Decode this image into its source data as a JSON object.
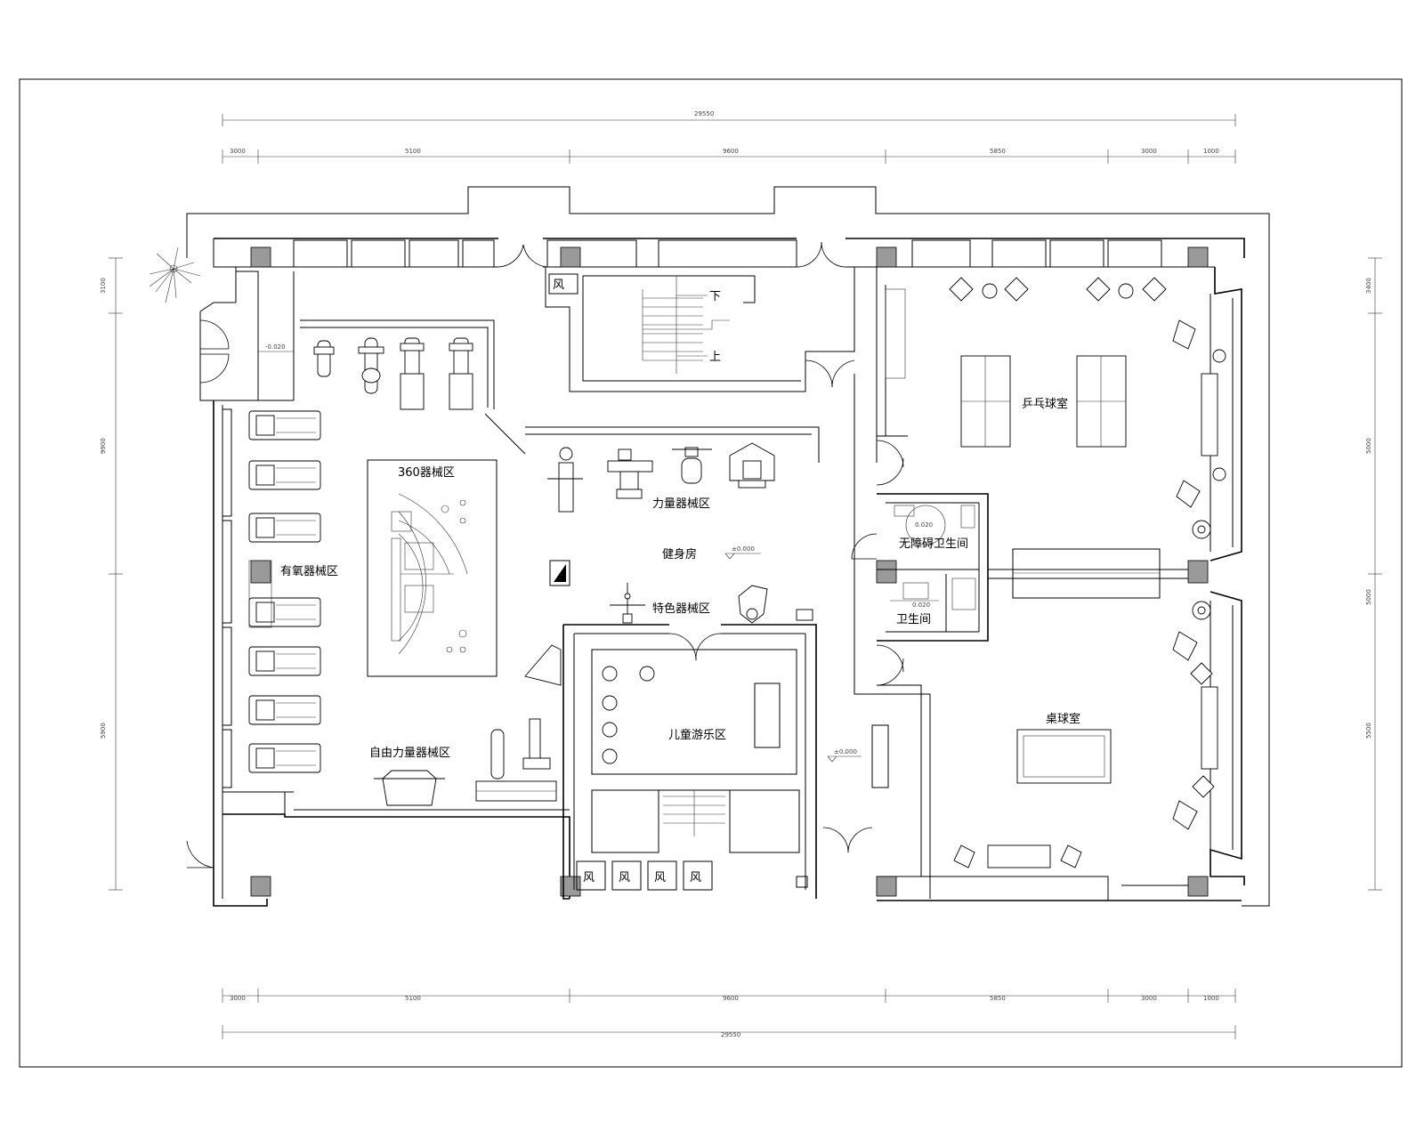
{
  "drawing": {
    "rooms": {
      "gym": "健身房",
      "cardio_zone": "有氧器械区",
      "zone_360": "360器械区",
      "strength_zone": "力量器械区",
      "feature_zone": "特色器械区",
      "free_weight_zone": "自由力量器械区",
      "kids_zone": "儿童游乐区",
      "table_tennis_room": "乒乓球室",
      "accessible_wc": "无障碍卫生间",
      "wc": "卫生间",
      "billiards_room": "桌球室"
    },
    "stair_labels": {
      "down": "下",
      "up": "上"
    },
    "shaft_label": "风",
    "elevations": {
      "gym_level": "±0.000",
      "corridor_level": "±0.000",
      "entry_level": "-0.020",
      "wc_level_1": "0.020",
      "wc_level_2": "0.020"
    },
    "dimensions": {
      "top_total": "29550",
      "bottom_total": "29550",
      "top_segments": [
        "3000",
        "5100",
        "9600",
        "5850",
        "3000",
        "1000"
      ],
      "bottom_segments": [
        "3000",
        "5100",
        "9600",
        "5850",
        "3000",
        "1000"
      ],
      "left_segments": [
        "3100",
        "9900",
        "5900"
      ],
      "right_segments": [
        "3400",
        "5000",
        "5000",
        "5500"
      ]
    },
    "colors": {
      "line": "#000000",
      "column_fill": "#9a9a9a",
      "background": "#ffffff"
    }
  }
}
